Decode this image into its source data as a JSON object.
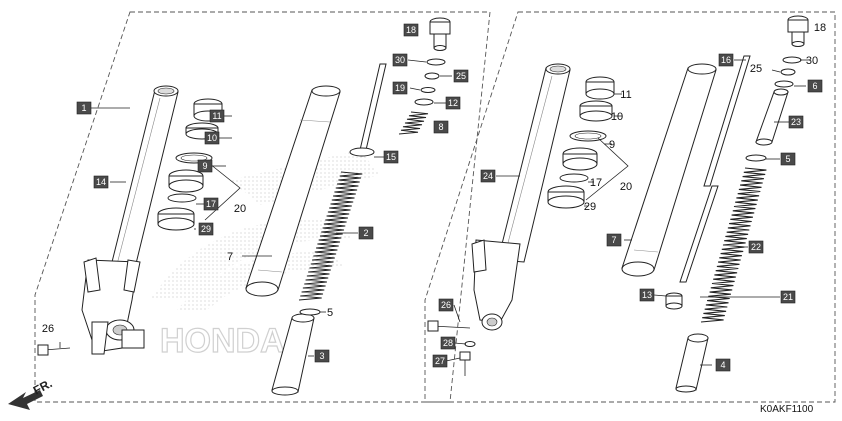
{
  "diagram_code": "K0AKF1100",
  "direction_label": "FR.",
  "watermark": "HONDA",
  "left_assembly": {
    "badge_parts": [
      "1",
      "14",
      "11",
      "10",
      "9",
      "17",
      "29",
      "18",
      "30",
      "25",
      "19",
      "12",
      "8",
      "15",
      "2",
      "3"
    ],
    "plain_parts": [
      "20",
      "7",
      "5",
      "26"
    ]
  },
  "right_assembly": {
    "badge_parts": [
      "24",
      "7",
      "16",
      "6",
      "23",
      "5",
      "22",
      "21",
      "4",
      "13",
      "26",
      "28",
      "27"
    ],
    "plain_parts": [
      "11",
      "10",
      "9",
      "17",
      "20",
      "29",
      "18",
      "30",
      "25"
    ]
  }
}
